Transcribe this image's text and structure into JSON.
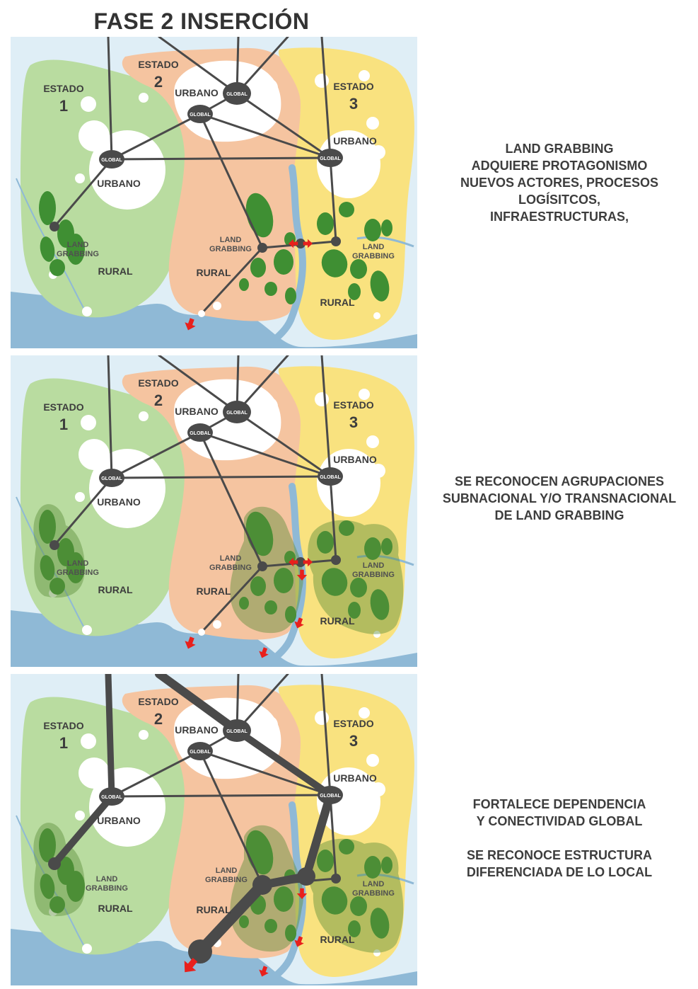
{
  "title": "FASE 2 INSERCIÓN",
  "map_labels": {
    "estado": "ESTADO",
    "state1_number": "1",
    "state2_number": "2",
    "state3_number": "3",
    "urbano": "URBANO",
    "rural": "RURAL",
    "land": "LAND",
    "grabbing": "GRABBING",
    "global": "GLOBAL"
  },
  "colors": {
    "state1_fill": "#b9dca0",
    "state2_fill": "#f5c4a0",
    "state3_fill": "#f9e27f",
    "water": "#8fb9d6",
    "land_grabbing_patch": "#3f8f33",
    "cluster_halo": "#5e8f3a",
    "network_line": "#4a4a4a",
    "global_node": "#4a4a4a",
    "urban_area": "#ffffff",
    "arrow": "#e8201c"
  },
  "panels": [
    {
      "variant": "basic",
      "caption_lines": [
        "LAND GRABBING",
        "ADQUIERE PROTAGONISMO",
        "NUEVOS ACTORES,  PROCESOS",
        "LOGÍSITCOS,",
        "INFRAESTRUCTURAS,"
      ]
    },
    {
      "variant": "clusters",
      "caption_lines": [
        "SE RECONOCEN AGRUPACIONES",
        "SUBNACIONAL Y/O TRANSNACIONAL",
        "DE LAND GRABBING"
      ]
    },
    {
      "variant": "dependency",
      "caption_lines": [
        "FORTALECE DEPENDENCIA",
        "Y CONECTIVIDAD GLOBAL",
        "",
        "SE RECONOCE ESTRUCTURA",
        "DIFERENCIADA DE LO LOCAL"
      ]
    }
  ]
}
